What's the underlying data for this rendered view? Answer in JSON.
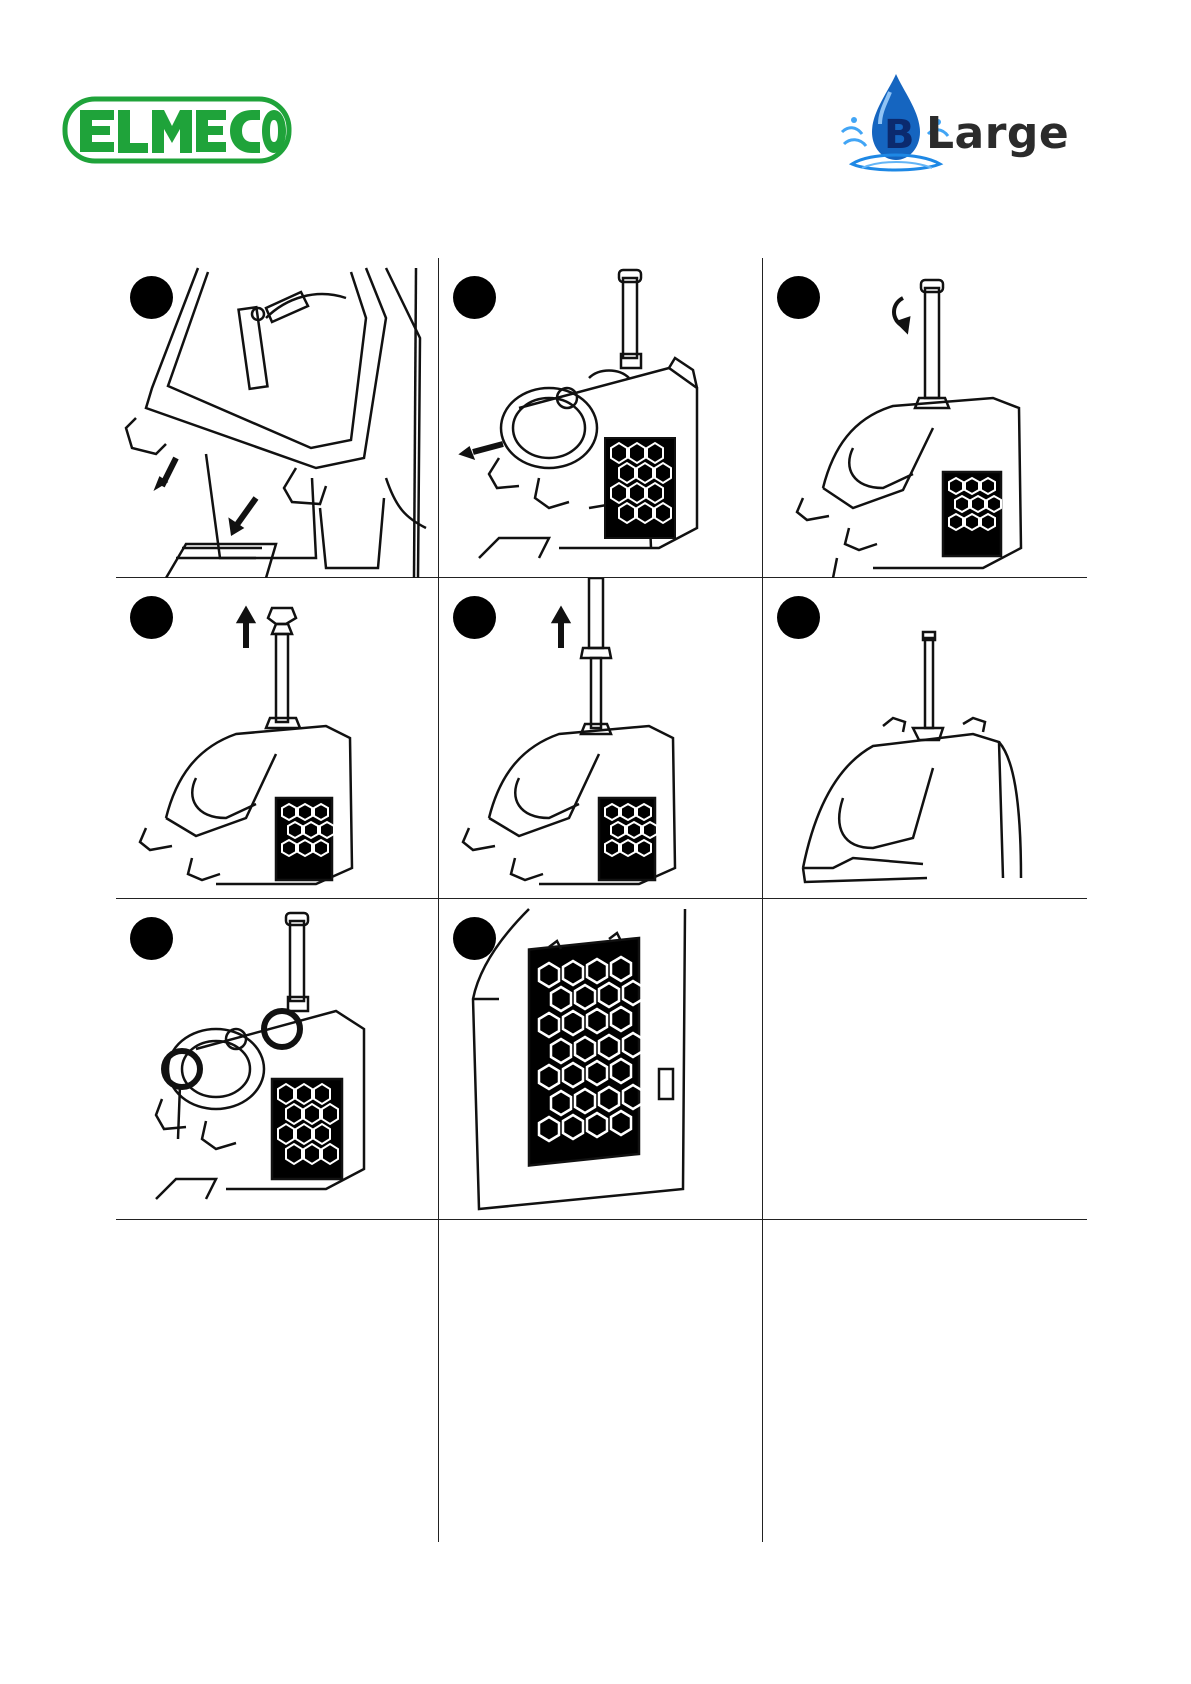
{
  "header": {
    "brand_logo": "ELMECO",
    "product_logo": "Large"
  },
  "colors": {
    "elmeco_green": "#1fa33a",
    "drop_blue": "#1565c0",
    "drop_dark": "#0b2a6e",
    "line": "#222222"
  },
  "steps": [
    {
      "icon": "open-cover-illustration"
    },
    {
      "icon": "remove-auger-illustration"
    },
    {
      "icon": "rotate-cap-illustration"
    },
    {
      "icon": "lift-cap-illustration"
    },
    {
      "icon": "pull-shaft-illustration"
    },
    {
      "icon": "bowl-shaft-illustration"
    },
    {
      "icon": "seal-check-illustration"
    },
    {
      "icon": "side-grille-illustration"
    }
  ]
}
